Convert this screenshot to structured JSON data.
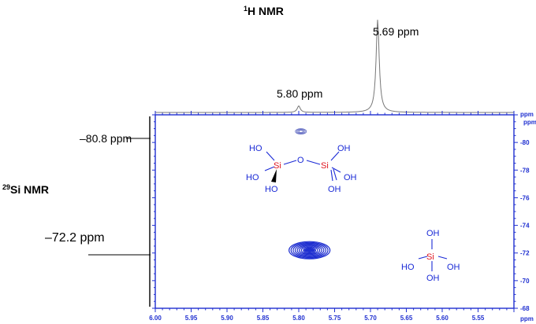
{
  "chart_data": {
    "type": "heatmap",
    "title": "",
    "top_projection": {
      "label_prefix": "1",
      "label": "H NMR",
      "peaks": [
        {
          "x": 5.8,
          "intensity": 0.07,
          "label": "5.80 ppm"
        },
        {
          "x": 5.69,
          "intensity": 1.0,
          "label": "5.69 ppm"
        }
      ]
    },
    "left_projection": {
      "label_prefix": "29",
      "label": "Si NMR",
      "peaks": [
        {
          "y": -80.8,
          "label": "–80.8 ppm"
        },
        {
          "y": -72.2,
          "label": "–72.2 ppm"
        }
      ]
    },
    "x_axis": {
      "unit": "ppm",
      "range": [
        6.0,
        5.5
      ],
      "ticks": [
        "6.00",
        "5.95",
        "5.90",
        "5.85",
        "5.80",
        "5.75",
        "5.70",
        "5.65",
        "5.60",
        "5.55"
      ]
    },
    "y_axis": {
      "unit": "ppm",
      "range": [
        -68,
        -82
      ],
      "ticks": [
        "-80",
        "-78",
        "-76",
        "-74",
        "-72",
        "-70",
        "-68"
      ]
    },
    "cross_peaks": [
      {
        "x": 5.797,
        "y": -80.8,
        "size": "small"
      },
      {
        "x": 5.785,
        "y": -72.2,
        "size": "large"
      }
    ],
    "structures": {
      "dimer": {
        "oh": "HO",
        "ho": "OH",
        "si": "Si",
        "o": "O"
      },
      "monomer": {
        "oh": "OH",
        "ho": "HO",
        "si": "Si"
      }
    },
    "colors": {
      "contour": "#1f2fd0",
      "frame": "#1f2fd0",
      "si": "#e0141e",
      "trace": "#777777"
    }
  }
}
